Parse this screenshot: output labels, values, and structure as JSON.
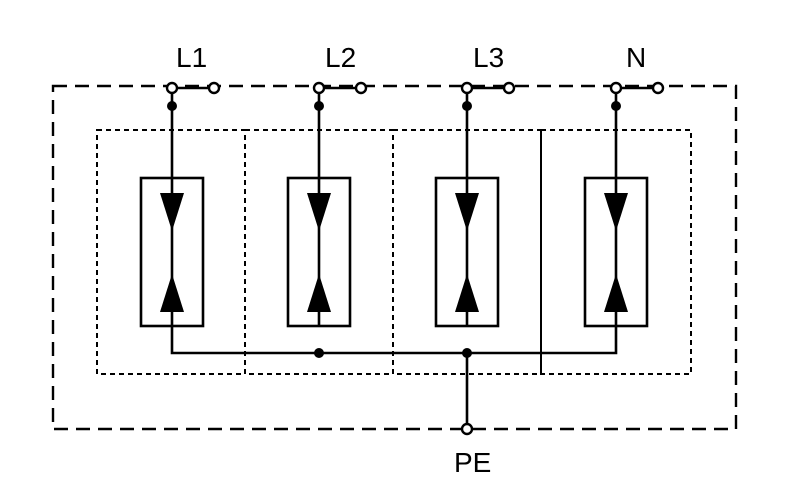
{
  "diagram": {
    "poles": [
      {
        "label": "L1"
      },
      {
        "label": "L2"
      },
      {
        "label": "L3"
      },
      {
        "label": "N"
      }
    ],
    "ground": {
      "label": "PE"
    }
  }
}
